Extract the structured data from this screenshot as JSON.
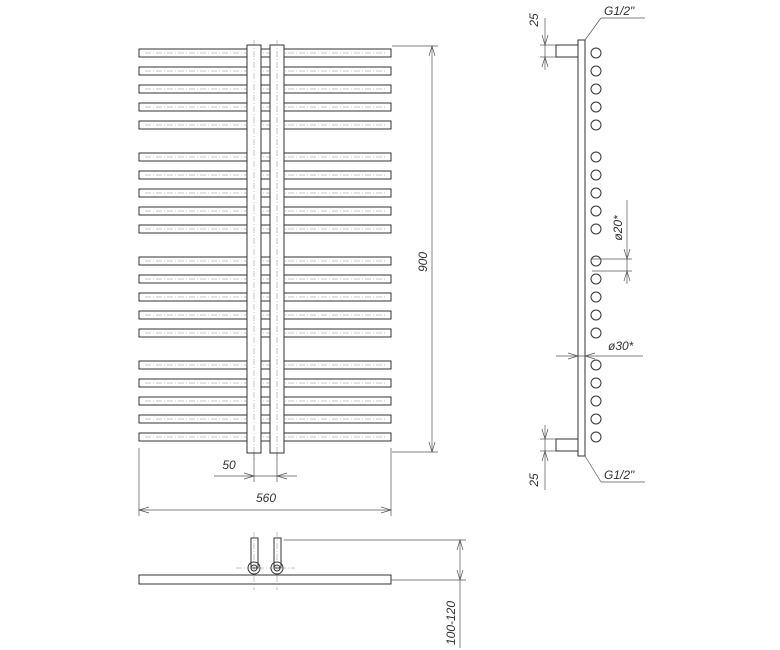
{
  "colors": {
    "line": "#333333",
    "background": "#ffffff"
  },
  "dimensions": {
    "height": "900",
    "width": "560",
    "axis_distance": "50",
    "depth": "100-120",
    "inlet_offset_top": "25",
    "inlet_offset_bottom": "25",
    "tube_diameter": "ø20*",
    "collector_diameter": "ø30*",
    "thread_top": "G1/2\"",
    "thread_bottom": "G1/2\""
  },
  "bar_groups": [
    5,
    5,
    5,
    5
  ]
}
